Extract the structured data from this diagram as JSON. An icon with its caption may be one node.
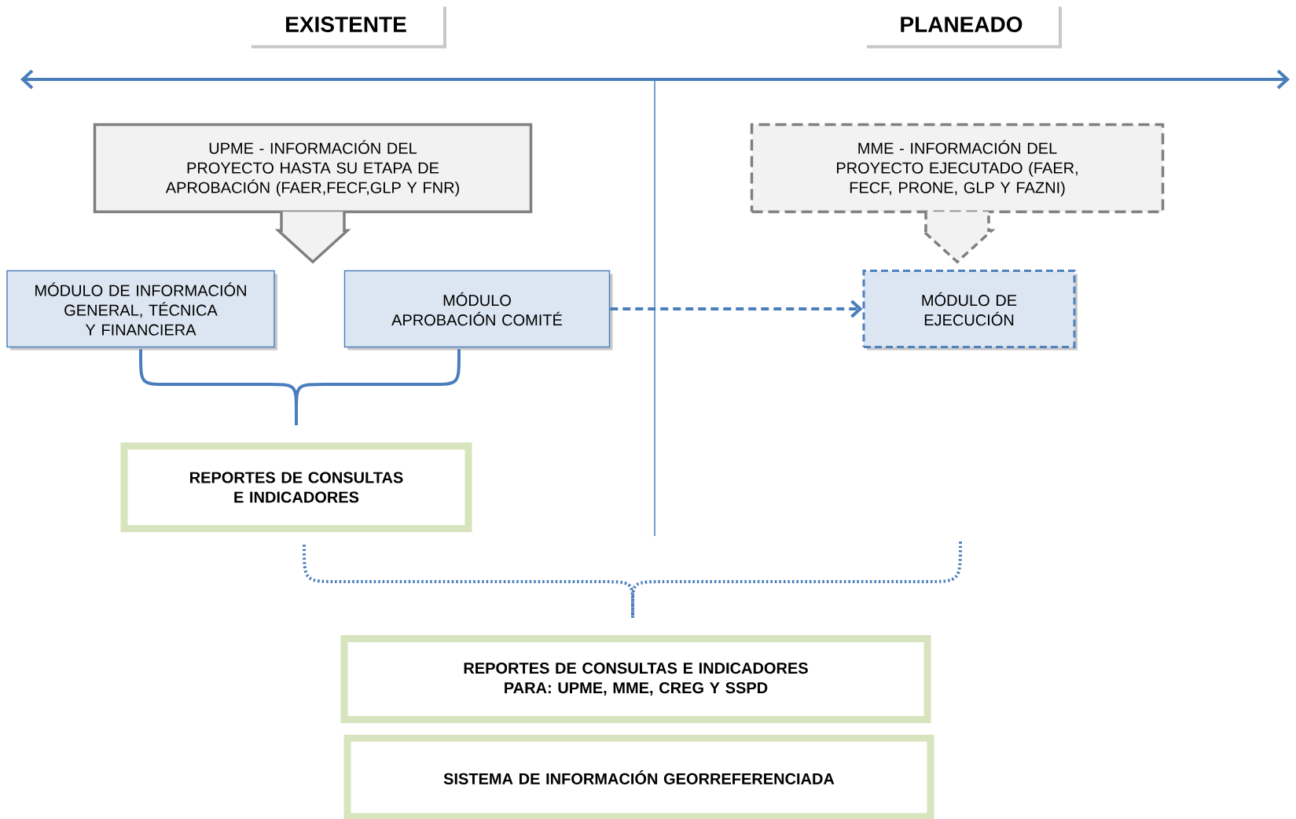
{
  "diagram": {
    "nodes": [
      {
        "text": [
          "EXISTENTE"
        ]
      },
      {
        "text": [
          "PLANEADO"
        ]
      },
      {
        "text": [
          "UPME - INFORMACIÓN DEL PROYECTO HASTA SU ETAPA DE APROBACIÓN (FAER,FECF,GLP Y FNR)"
        ]
      },
      {
        "text": [
          "MÓDULO DE INFORMACIÓN GENERAL, TÉCNICA Y FINANCIERA"
        ]
      },
      {
        "text": [
          "MÓDULO APROBACIÓN COMITÉ"
        ]
      },
      {
        "text": [
          "MME - INFORMACIÓN DEL PROYECTO EJECUTADO (FAER, FECF, PRONE, GLP Y FAZNI)"
        ]
      },
      {
        "text": [
          "MÓDULO DE EJECUCIÓN"
        ]
      },
      {
        "text": [
          "REPORTES DE CONSULTAS E INDICADORES"
        ]
      },
      {
        "text": [
          "REPORTES DE CONSULTAS E INDICADORES PARA: UPME, MME, CREG Y SSPD"
        ]
      },
      {
        "text": [
          "SISTEMA DE INFORMACIÓN GEORREFERENCIADA"
        ]
      }
    ],
    "edges": [
      {
        "from": 2,
        "to": null,
        "arrow": "to",
        "style": "thick",
        "color": "#7f7f7f"
      },
      {
        "from": 5,
        "to": 6,
        "arrow": "to",
        "style": "dashed",
        "color": "#7f7f7f"
      },
      {
        "from": 4,
        "to": 6,
        "arrow": "to",
        "style": "dashed"
      },
      {
        "from": 3,
        "to": 7,
        "arrow": "none"
      },
      {
        "from": 4,
        "to": 7,
        "arrow": "none"
      },
      {
        "from": 7,
        "to": 8,
        "arrow": "none",
        "style": "dashed"
      },
      {
        "from": null,
        "to": 8,
        "arrow": "none",
        "style": "dashed"
      }
    ]
  }
}
